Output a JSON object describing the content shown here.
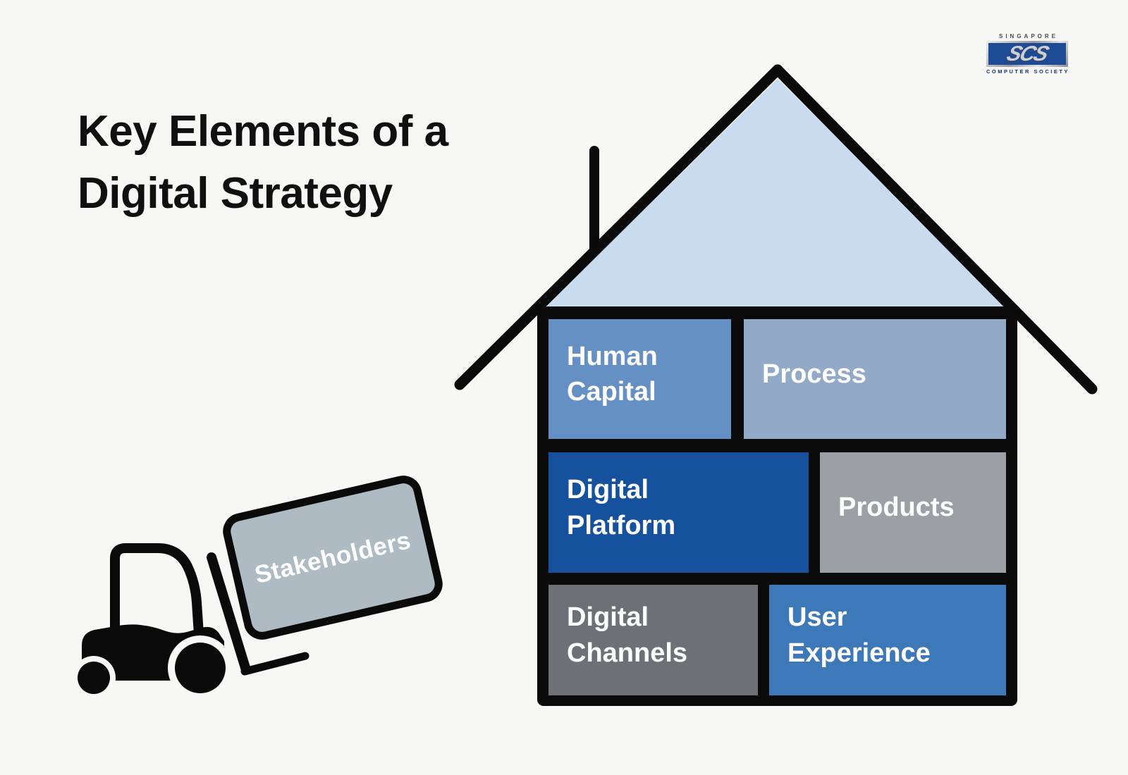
{
  "title": {
    "line1": "Key Elements of a",
    "line2": "Digital Strategy"
  },
  "logo": {
    "top": "SINGAPORE",
    "monogram": "SCS",
    "bottom": "COMPUTER SOCIETY"
  },
  "rooms": [
    {
      "id": "human-capital",
      "label": "Human\nCapital",
      "color": "#6590c3"
    },
    {
      "id": "process",
      "label": "Process",
      "color": "#92aac8"
    },
    {
      "id": "digital-platform",
      "label": "Digital\nPlatform",
      "color": "#15519c"
    },
    {
      "id": "products",
      "label": "Products",
      "color": "#9aa0a4"
    },
    {
      "id": "digital-channels",
      "label": "Digital\nChannels",
      "color": "#6d7175"
    },
    {
      "id": "user-experience",
      "label": "User\nExperience",
      "color": "#3d79b8"
    }
  ],
  "forklift": {
    "load_label": "Stakeholders",
    "load_color": "#aebbc3"
  },
  "colors": {
    "background": "#f7f7f5",
    "outline": "#0a0a0a",
    "roof_fill": "#c9dbee",
    "block_text": "#ffffff",
    "logo_panel": "#1d4b94"
  }
}
